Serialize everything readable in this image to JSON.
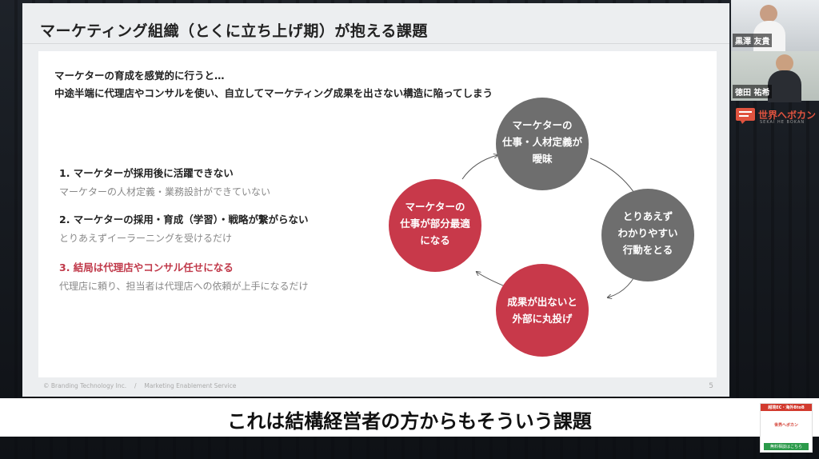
{
  "slide": {
    "title": "マーケティング組織（とくに立ち上げ期）が抱える課題",
    "intro_line1": "マーケターの育成を感覚的に行うと…",
    "intro_line2": "中途半端に代理店やコンサルを使い、自立してマーケティング成果を出さない構造に陥ってしまう",
    "issues": [
      {
        "heading": "1. マーケターが採用後に活躍できない",
        "sub": "マーケターの人材定義・業務設計ができていない"
      },
      {
        "heading": "2. マーケターの採用・育成（学習）・戦略が繋がらない",
        "sub": "とりあえずイーラーニングを受けるだけ"
      },
      {
        "heading": "3. 結局は代理店やコンサル任せになる",
        "sub": "代理店に頼り、担当者は代理店への依頼が上手になるだけ"
      }
    ],
    "cycle": {
      "top": [
        "マーケターの",
        "仕事・人材定義が",
        "曖昧"
      ],
      "right": [
        "とりあえず",
        "わかりやすい",
        "行動をとる"
      ],
      "bottom": [
        "成果が出ないと",
        "外部に丸投げ"
      ],
      "left": [
        "マーケターの",
        "仕事が部分最適",
        "になる"
      ]
    },
    "footer_company": "© Branding Technology Inc.　 /　 Marketing Enablement Service",
    "page_number": "5"
  },
  "participants": [
    {
      "name": "黒澤 友貴"
    },
    {
      "name": "徳田 祐希"
    }
  ],
  "brand": {
    "name": "世界へボカン",
    "sub": "SEKAI HE BOKAN"
  },
  "caption": "これは結構経営者の方からもそういう課題",
  "badge": {
    "top": "越境EC・海外BtoB",
    "mid": "世界へボカン",
    "bottom": "無料相談はこちら"
  },
  "colors": {
    "gray_circle": "#6e6e6e",
    "red_circle": "#c8394a",
    "accent_red": "#c0394a"
  }
}
